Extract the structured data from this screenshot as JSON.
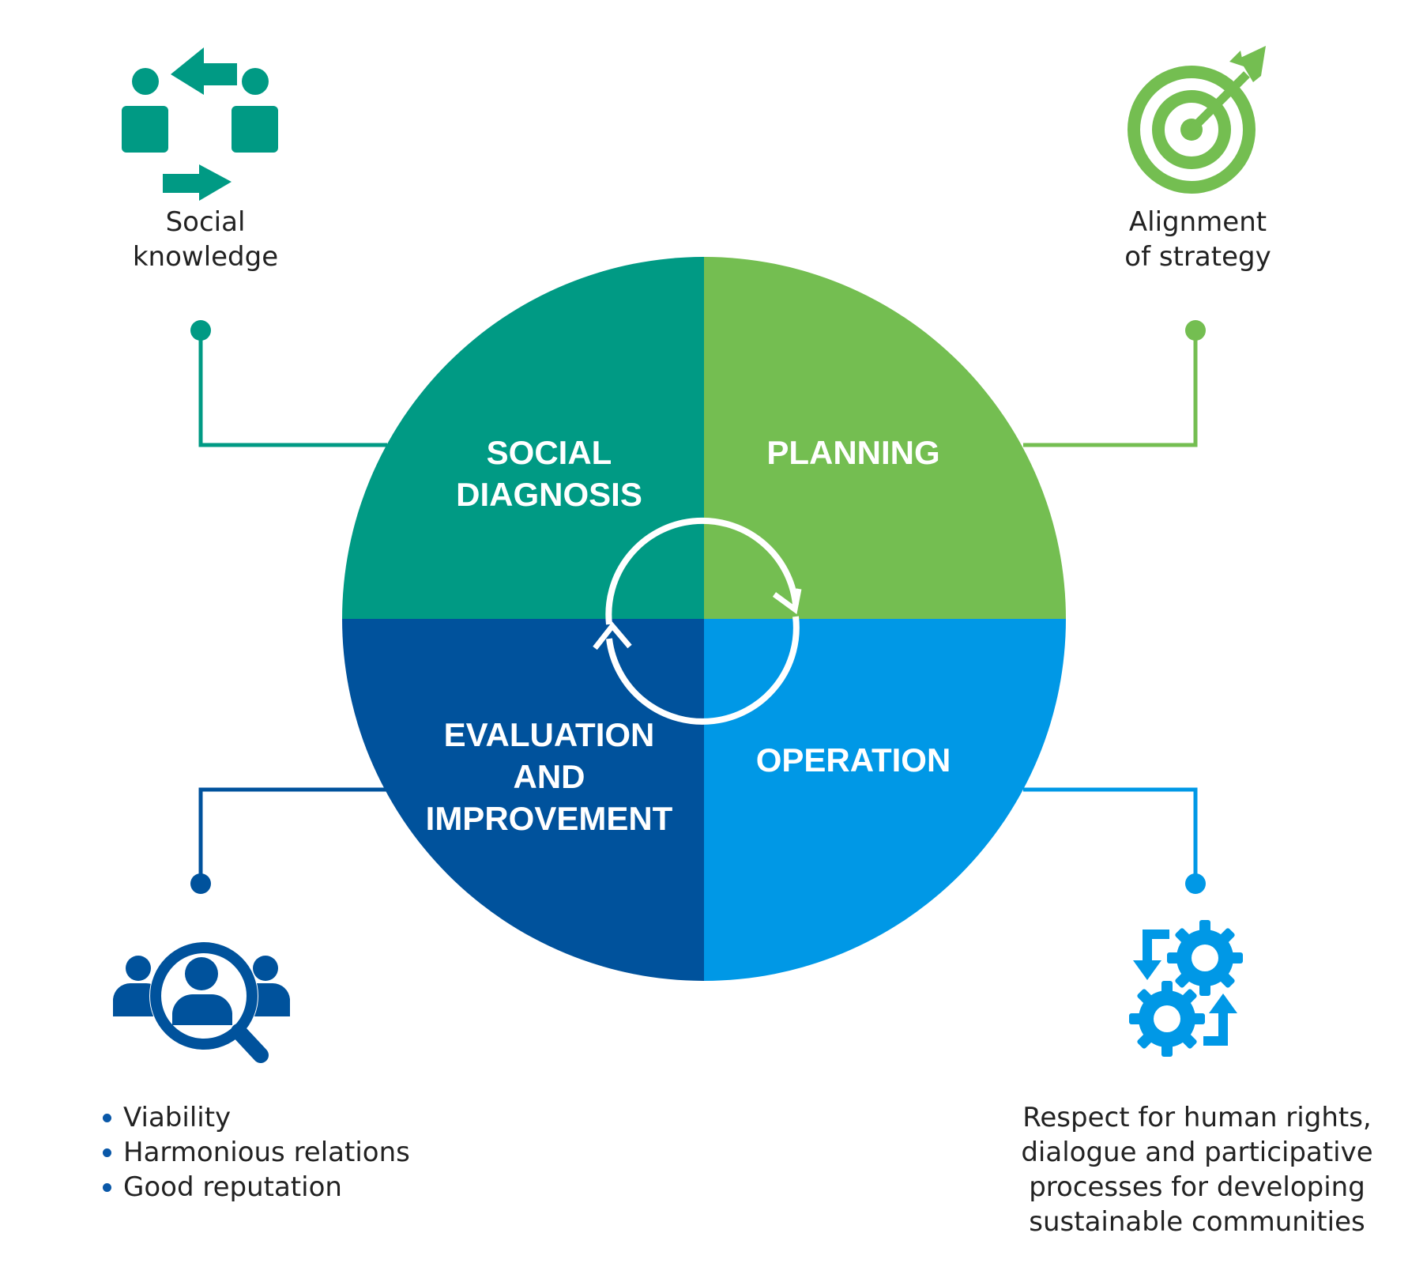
{
  "quadrants": {
    "social_diagnosis": [
      "SOCIAL",
      "DIAGNOSIS"
    ],
    "planning": [
      "PLANNING"
    ],
    "evaluation": [
      "EVALUATION",
      "AND",
      "IMPROVEMENT"
    ],
    "operation": [
      "OPERATION"
    ]
  },
  "labels": {
    "social_knowledge": [
      "Social",
      "knowledge"
    ],
    "alignment": [
      "Alignment",
      "of strategy"
    ],
    "bullets": [
      "Viability",
      "Harmonious relations",
      "Good reputation"
    ],
    "respect": [
      "Respect for human rights,",
      "dialogue and participative",
      "processes for developing",
      "sustainable communities"
    ]
  },
  "icons": {
    "top_left": "people-exchange-icon",
    "top_right": "target-arrow-icon",
    "bottom_left": "people-search-icon",
    "bottom_right": "gears-process-icon",
    "center": "cycle-arrows-icon"
  },
  "colors": {
    "teal": "#009a84",
    "green": "#74be51",
    "dark_blue": "#00529c",
    "light_blue": "#0098e6"
  }
}
